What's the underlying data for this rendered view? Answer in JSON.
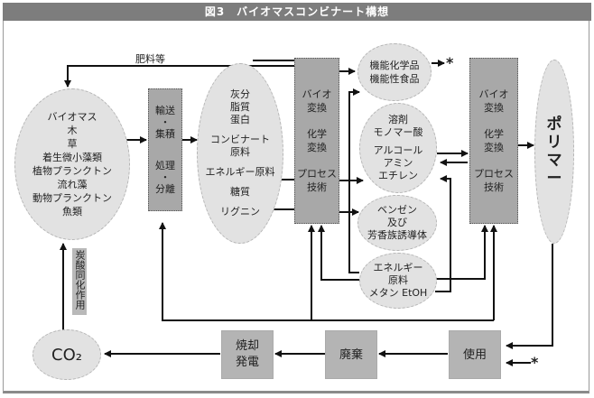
{
  "title": "図3　バイオマスコンビナート構想",
  "labels": {
    "fertilizer": "肥料等",
    "photosynthesis": "炭酸同化作用",
    "star1": "*",
    "star2": "*"
  },
  "nodes": {
    "biomass": [
      "バイオマス",
      "木",
      "草",
      "着生微小藻類",
      "植物プランクトン",
      "流れ藻",
      "動物プランクトン",
      "魚類"
    ],
    "transport": {
      "top": [
        "輸送",
        "・",
        "集積"
      ],
      "bottom": [
        "処理",
        "・",
        "分離"
      ]
    },
    "components": {
      "a": [
        "灰分",
        "脂質",
        "蛋白"
      ],
      "b": [
        "コンビナート",
        "原料"
      ],
      "c": [
        "エネルギー原料"
      ],
      "d": [
        "糖質"
      ],
      "e": [
        "リグニン"
      ]
    },
    "process1": {
      "a": [
        "バイオ",
        "変換"
      ],
      "b": [
        "化学",
        "変換"
      ],
      "c": [
        "プロセス",
        "技術"
      ]
    },
    "functional": [
      "機能化学品",
      "機能性食品"
    ],
    "solvents": {
      "a": [
        "溶剤",
        "モノマー酸"
      ],
      "b": [
        "アルコール",
        "アミン",
        "エチレン"
      ]
    },
    "benzene": [
      "ベンゼン",
      "及び",
      "芳香族誘導体"
    ],
    "energy": [
      "エネルギー",
      "原料",
      "メタン EtOH"
    ],
    "process2": {
      "a": [
        "バイオ",
        "変換"
      ],
      "b": [
        "化学",
        "変換"
      ],
      "c": [
        "プロセス",
        "技術"
      ]
    },
    "polymer": [
      "ポ",
      "リ",
      "マ",
      "ー"
    ],
    "co2": "CO₂",
    "incineration": [
      "焼却",
      "発電"
    ],
    "disposal": "廃棄",
    "use": "使用"
  }
}
